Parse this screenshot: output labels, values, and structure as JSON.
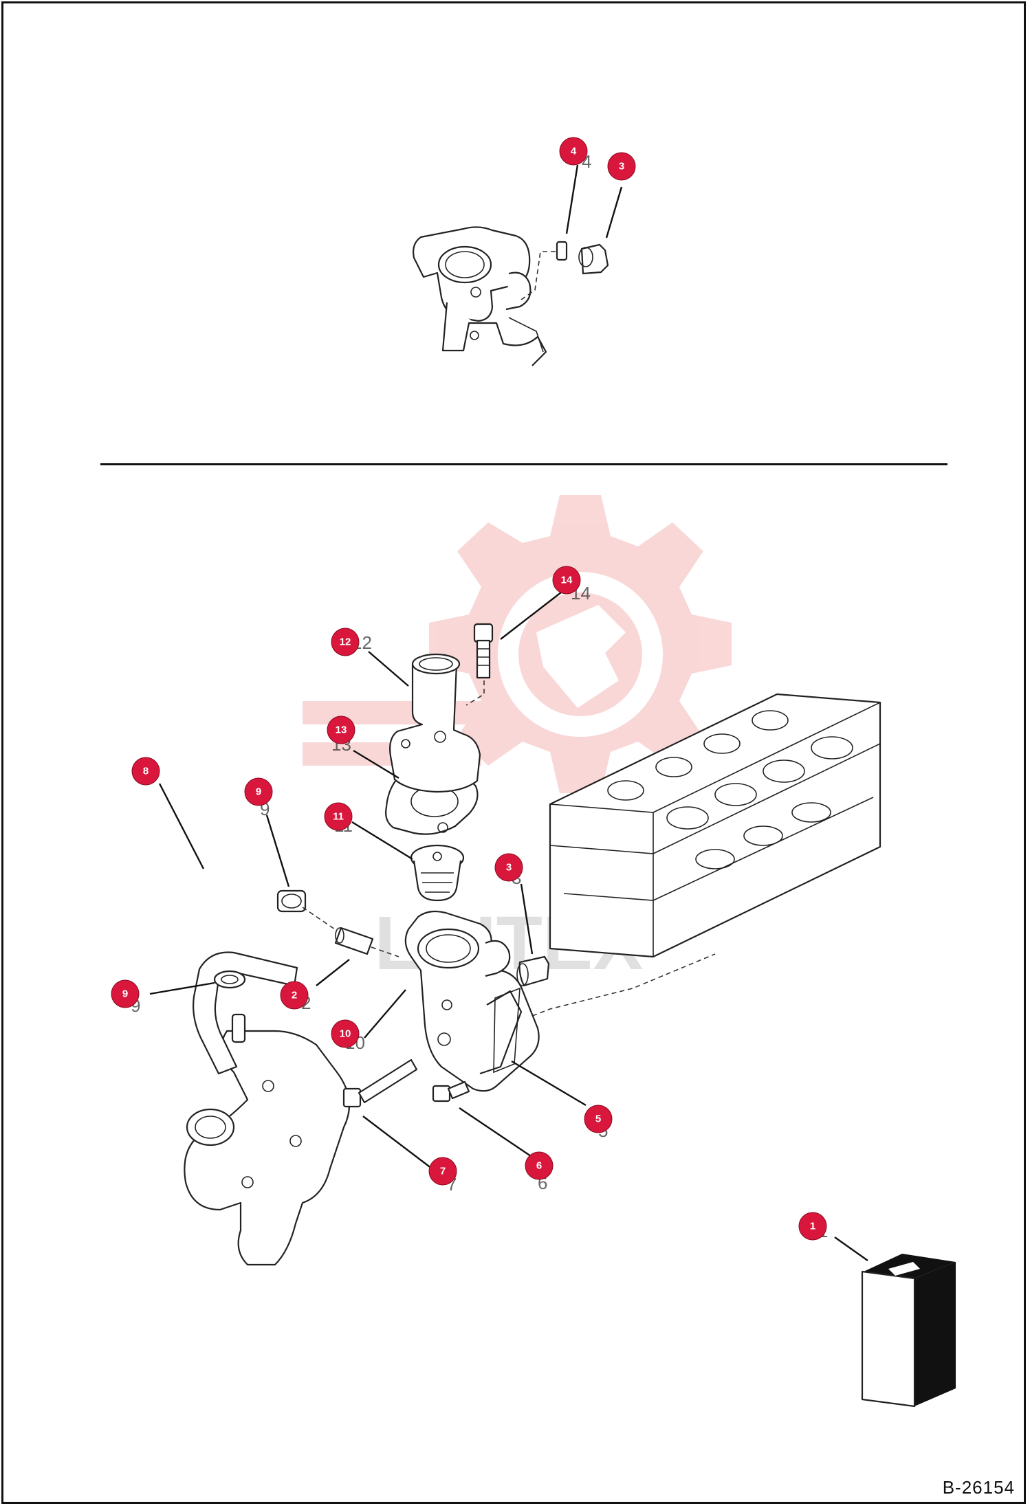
{
  "drawing_number": "B-26154",
  "watermark_text": "LIHTEX",
  "colors": {
    "callout": "#d9173c",
    "watermark": "#f5b8b8",
    "line": "#111111"
  },
  "callouts": {
    "top_4": "4",
    "top_3": "3",
    "c1": "1",
    "c2": "2",
    "c3": "3",
    "c5": "5",
    "c6": "6",
    "c7": "7",
    "c8": "8",
    "c9a": "9",
    "c9b": "9",
    "c10": "10",
    "c11": "11",
    "c12": "12",
    "c13": "13",
    "c14": "14"
  }
}
